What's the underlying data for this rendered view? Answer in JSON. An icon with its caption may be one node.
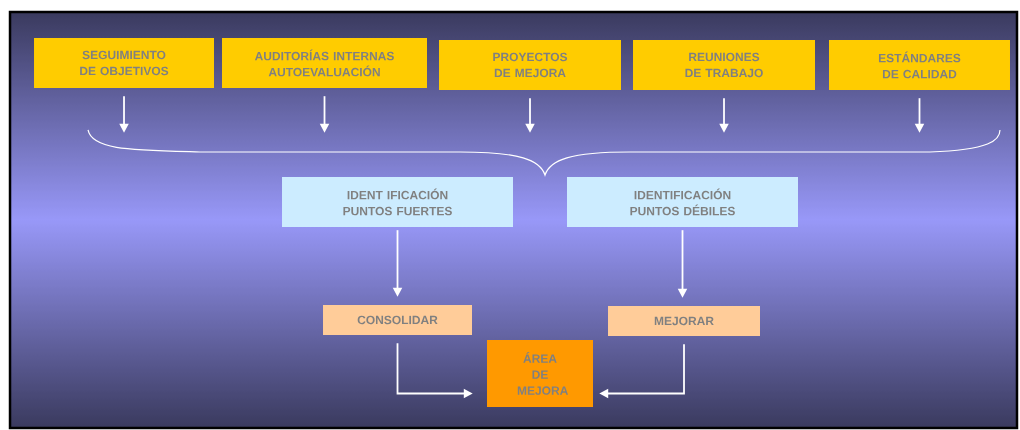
{
  "diagram": {
    "nodes": [
      {
        "text": [
          "SEGUIMIENTO DE OBJETIVOS"
        ]
      },
      {
        "text": [
          "AUDITORÍAS INTERNAS AUTOEVALUACIÓN"
        ]
      },
      {
        "text": [
          "PROYECTOS DE MEJORA"
        ]
      },
      {
        "text": [
          "REUNIONES DE TRABAJO"
        ]
      },
      {
        "text": [
          "ESTÁNDARES DE CALIDAD"
        ]
      },
      {
        "text": [
          "IDENT IFICACIÓN PUNTOS FUERTES"
        ]
      },
      {
        "text": [
          "IDENTIFICACIÓN PUNTOS DÉBILES"
        ]
      },
      {
        "text": [
          "CONSOLIDAR"
        ]
      },
      {
        "text": [
          "MEJORAR"
        ]
      },
      {
        "text": [
          "ÁREA DE MEJORA"
        ]
      },
      {
        "text": [],
        "shape": "brace"
      }
    ],
    "edges": [
      {
        "from": 0,
        "to": 10,
        "arrow": "to"
      },
      {
        "from": 1,
        "to": 10,
        "arrow": "to"
      },
      {
        "from": 2,
        "to": 10,
        "arrow": "to"
      },
      {
        "from": 3,
        "to": 10,
        "arrow": "to"
      },
      {
        "from": 4,
        "to": 10,
        "arrow": "to"
      },
      {
        "from": 5,
        "to": 7,
        "arrow": "to"
      },
      {
        "from": 6,
        "to": 8,
        "arrow": "to"
      },
      {
        "from": 7,
        "to": 9,
        "arrow": "to"
      },
      {
        "from": 8,
        "to": 9,
        "arrow": "to"
      }
    ]
  }
}
